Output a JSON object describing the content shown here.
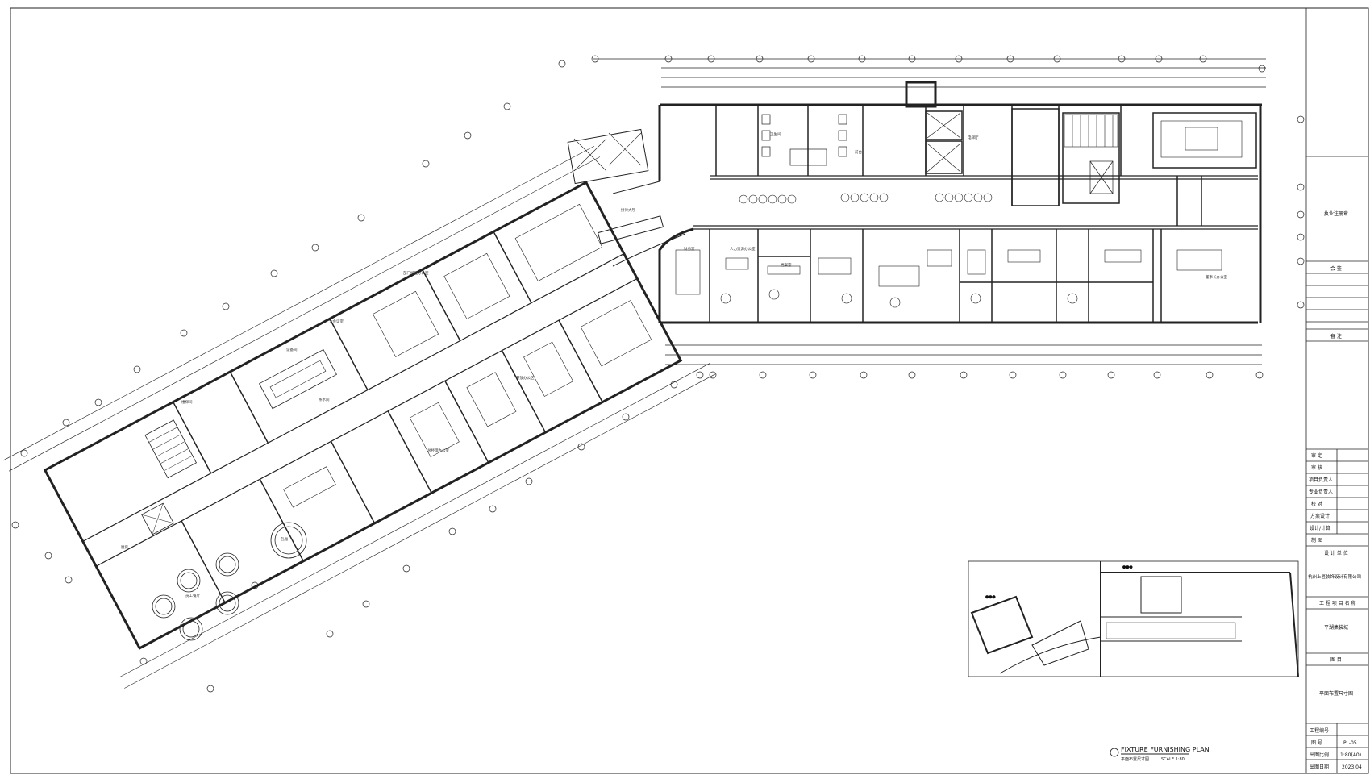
{
  "title_block": {
    "company_stamp": "执业注册章",
    "countersign": "会 签",
    "remarks": "备 注",
    "approve": "审 定",
    "review": "审 核",
    "project_lead": "项目负责人",
    "discipline_lead": "专业负责人",
    "check": "校 对",
    "scheme_design": "方案设计",
    "design_drawing": "设计/计算",
    "drafting": "制 图",
    "design_unit_label": "设 计 单 位",
    "design_unit": "杭州上匠装饰设计有限公司",
    "project_name_label": "工 程 项 目 名 称",
    "project_name": "平湖集装城",
    "drawing_title_label": "图 目",
    "drawing_title": "平面布置尺寸图",
    "project_no_label": "工程编号",
    "drawing_no_label": "图 号",
    "drawing_no": "PL-05",
    "scale_label": "出图比例",
    "scale": "1:80(A0)",
    "date_label": "出图日期",
    "date": "2023.04"
  },
  "plan_caption": {
    "english": "FIXTURE FURNISHING PLAN",
    "chinese": "平面布置尺寸图",
    "scale": "SCALE 1:80"
  },
  "rooms": [
    {
      "id": "lobby",
      "label": "接待大厅"
    },
    {
      "id": "office1",
      "label": "部门经理办公室"
    },
    {
      "id": "meeting",
      "label": "大会议室"
    },
    {
      "id": "stair1",
      "label": "楼梯间"
    },
    {
      "id": "restaurant",
      "label": "员工餐厅"
    },
    {
      "id": "kitchen",
      "label": "厨房"
    },
    {
      "id": "vip",
      "label": "包厢"
    },
    {
      "id": "openoffice",
      "label": "开放办公区"
    },
    {
      "id": "manager",
      "label": "总经理办公室"
    },
    {
      "id": "finance",
      "label": "财务室"
    },
    {
      "id": "hr",
      "label": "人力资源办公室"
    },
    {
      "id": "archive",
      "label": "档案室"
    },
    {
      "id": "director",
      "label": "董事长办公室"
    },
    {
      "id": "reception",
      "label": "前台"
    },
    {
      "id": "toilet",
      "label": "卫生间"
    },
    {
      "id": "elevator",
      "label": "电梯厅"
    },
    {
      "id": "tea",
      "label": "茶水间"
    },
    {
      "id": "equipment",
      "label": "设备间"
    }
  ]
}
